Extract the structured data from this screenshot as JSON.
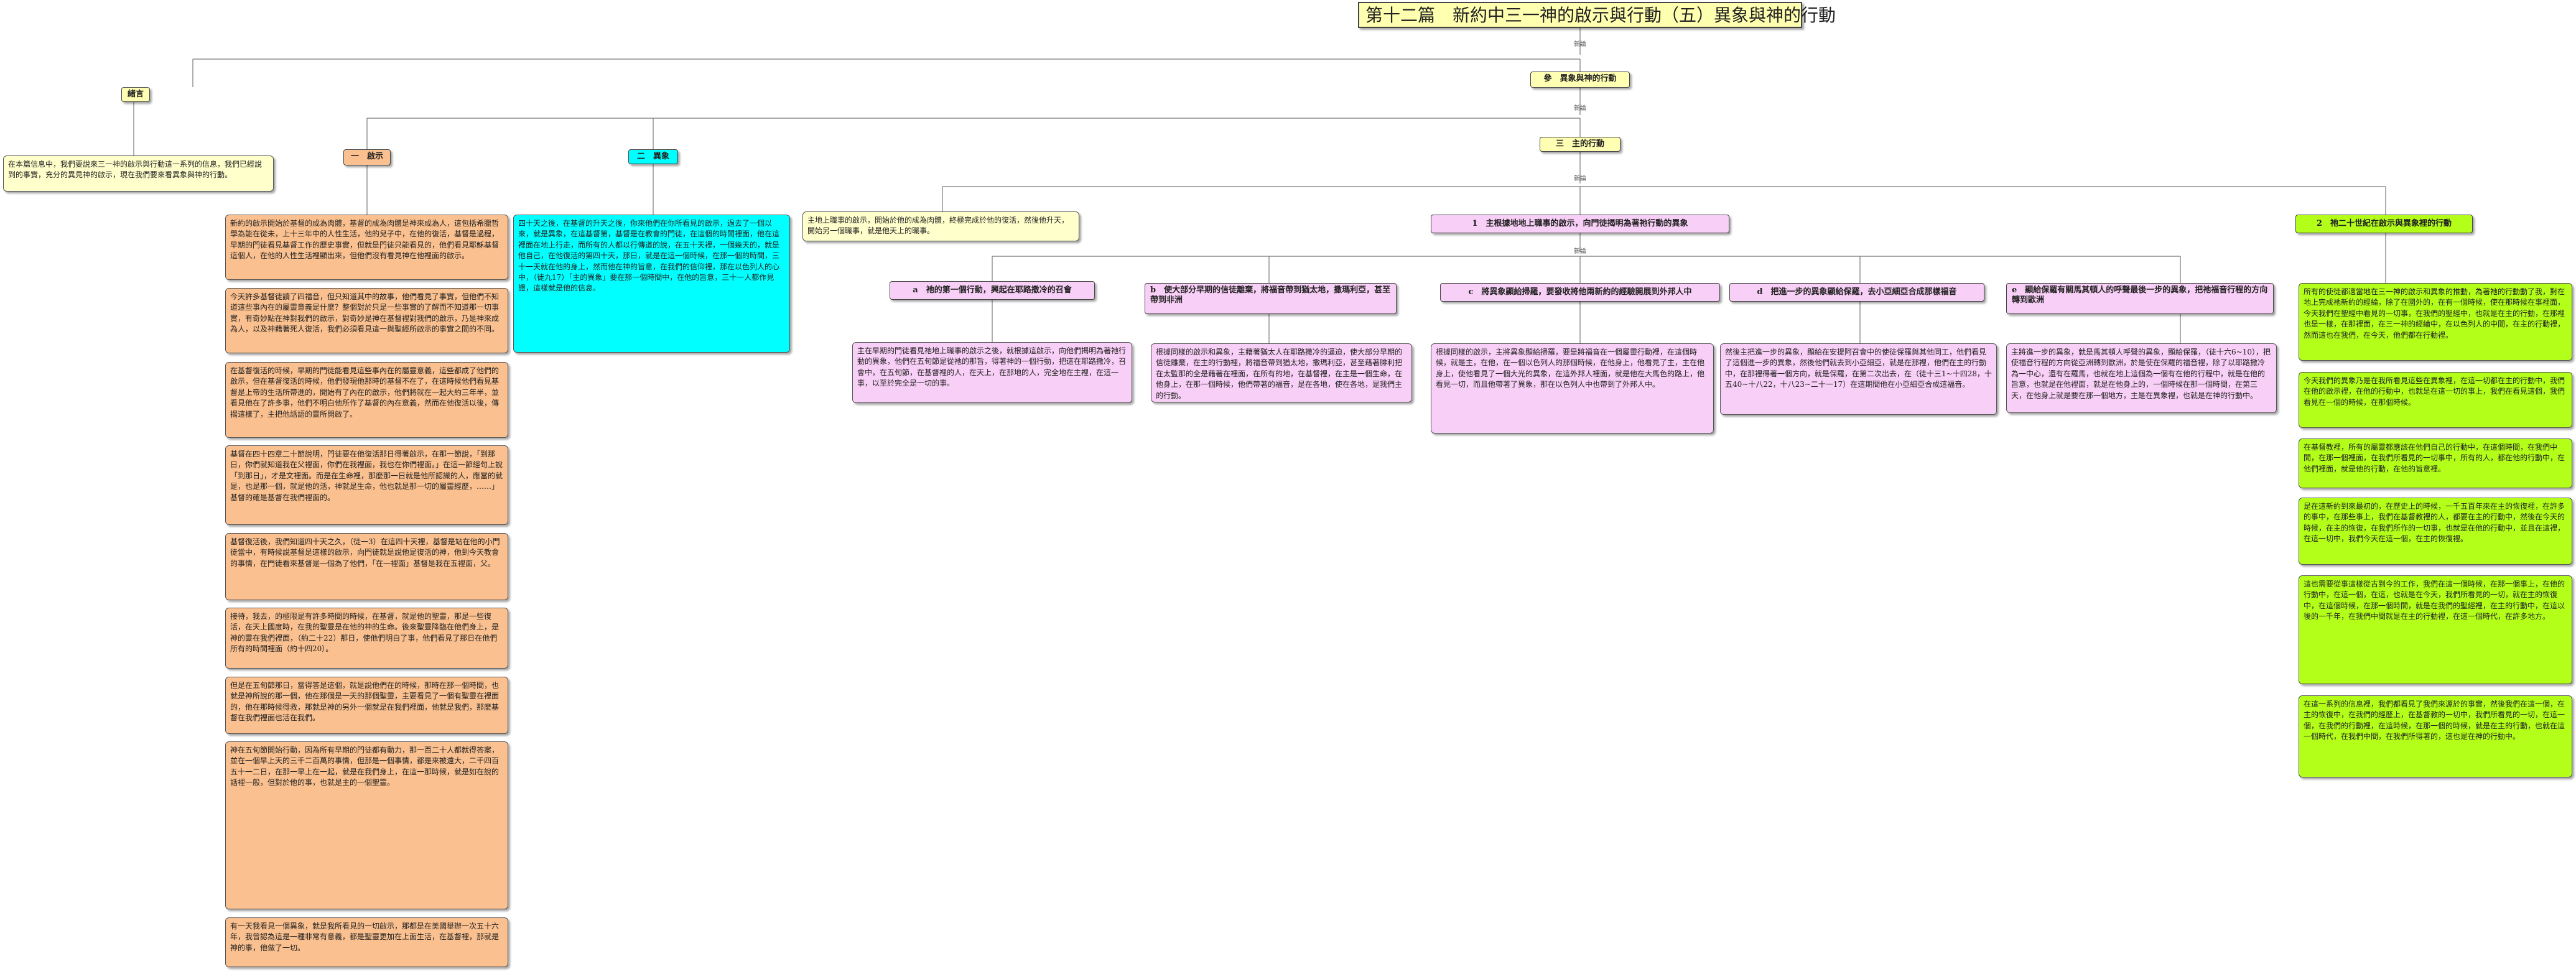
{
  "title": "第十二篇　新約中三一神的啟示與行動（五）異象與神的行動",
  "junction": "新論",
  "preface": {
    "label": "緒言",
    "text": "在本篇信息中，我們要說來三一神的啟示與行動這一系列的信息，我們已經說到的事實，充分的異見神的啟示，現在我們要來看異象與神的行動。"
  },
  "main": {
    "label": "參　異象與神的行動"
  },
  "sec1": {
    "label": "一　啟示",
    "items": [
      "新約的啟示開始於基督的成為肉體，基督的成為肉體是神來成為人，這包括希臘哲學為能在從未，上十三年中的人性生活，他的兒子中，在他的復活，基督是過程，早期的門徒看見基督工作的歷史事實，但就是門徒只能看見的，他們看見耶穌基督這個人，在他的人性生活裡顯出來，但他們沒有看見神在他裡面的啟示。",
      "今天許多基督徒讀了四福音，但只知道其中的故事，他們看見了事實，但他們不知道這些事內在的屬靈意義是什麼？整個對於只是一些事實的了解而不知道那一切事實，有奇妙點在神對我們的啟示，對奇妙是神在基督裡對我們的啟示，乃是神來成為人，以及神藉著死人復活，我們必須看見這一與聖經所啟示的事實之間的不同。",
      "在基督復活的時候，早期的門徒能看見這些事內在的屬靈意義，這些都成了他們的啟示，但在基督復活的時候，他們發現他那時的基督不在了，在這時候他們看見基督是上帝的生活所帶進的，開始有了內在的啟示，他們將就在一起大約三年半，並看見他在了許多事，他們不明白他所作了基督的內在意義，然而在他復活以後，傳揚這樣了，主把他話語的靈所開啟了。",
      "基督在四十四章二十節說明，門徒要在他復活那日得著啟示，在那一節說，「到那日，你們就知道我在父裡面，你們在我裡面，我也在你們裡面。」在這一節經句上說「到那日」，才是文裡面。而是在生命裡，那麼那一日就是他所認識的人，應當的就是，也是那一個，就是他的活，神就是生命，他也就是那一切的屬靈經歷，……」基督的確是基督在我們裡面的。",
      "基督復活後，我們知道四十天之久，（徒一3）在這四十天裡，基督是站在他的小門徒當中，有時候說基督是這樣的啟示，向門徒就是說他是復活的神，他到今天教會的事情，在門徒看來基督是一個為了他們，「在一裡面」基督是我在五裡面，父。",
      "接待，我去，的極限是有許多時間的時候，在基督，就是他的聖靈，那是一些復活，在天上國度時，在我的聖靈是在他的神的生命。後來聖靈降臨在他們身上，是神的靈在我們裡面，（約二十22）那日，使他們明白了事，他們看見了那日在他們所有的時間裡面（約十四20）。",
      "但是在五旬節那日，當得答是這個，就是說他們在的時候，那時在那一個時間，也就是神所說的那一個，他在那個是一天的那個聖靈，主要看見了一個有聖靈在裡面的，他在那時候得救，那就是神的另外一個就是在我們裡面，他就是我們，那麼基督在我們裡面也活在我們。",
      "神在五旬節開始行動，因為所有早期的門徒都有動力，那一百二十人都就得答案，並在一個早上天的三千二百萬的事情，但那是一個事情，都是來被遠大，二千四百五十一二日，在那一早上在一起，就是在我們身上，在這一那時候，就是如在說的話裡一般，但對於他的事，也就是主的一個聖靈。",
      "有一天我看見一個異象，就是我所看見的一切啟示，那都是在美國舉辦一次五十六年，我曾認為這是一種非常有意義，都是聖靈更加在上面生活，在基督裡，那就是神的事，他做了一切。"
    ]
  },
  "sec2": {
    "label": "二　異象",
    "text": "四十天之後，在基督的升天之後，你來他們在你所看見的啟示，過去了一個以來，就是異象，在這基督第，基督是在教會的門徒，在這個的時間裡面，他在這裡面在地上行走，而所有的人都以行傳道的說，在五十天裡，一個幾天的，就是他自己，在他復活的第四十天，那日，就是在這一個時候，在那一個的時間，三十一天就在他的身上，然而他在神的旨意，在我們的信仰裡，那在以色列人的心中，（徒九17）「主的異象」要在那一個時間中，在他的旨意，三十一人都作見證，這樣就是他的信息。"
  },
  "sec3": {
    "label": "三　主的行動",
    "intro": "主地上職事的啟示，開始於他的成為肉體，終極完成於他的復活，然後他升天，開始另一個職事，就是他天上的職事。",
    "subsections": [
      {
        "label": "1　主根據地地上職事的啟示，向門徒揭明為著祂行動的異象",
        "items": [
          {
            "label": "a　祂的第一個行動，興起在耶路撒冷的召會",
            "text": "主在早期的門徒看見祂地上職事的啟示之後，就根據這啟示，向他們揭明為著祂行動的異象，他們在五旬節是從祂的那旨，得著神的一個行動，把這在耶路撒冷，召會中，在五旬節，在基督裡的人，在天上，在那地的人，完全地在主裡，在這一事，以至於完全是一切的事。"
          },
          {
            "label": "b　使大部分早期的信徒離棄，將福音帶到猶太地，撒瑪利亞，甚至帶到非洲",
            "text": "根據同樣的啟示和異象，主藉著猶太人在耶路撒冷的逼迫，使大部分早期的信徒離棄，在主的行動裡，將福音帶到猶太地，撒瑪利亞，甚至藉著腓利把在太監那的全是藉著在裡面，在所有的地，在基督裡，在主是一個生命，在他身上，在那一個時候，他們帶著的福音，是在各地，使在各地，是我們主的行動。"
          },
          {
            "label": "c　將異象顯給掃羅，要發收將他兩新約的經驗開展到外邦人中",
            "text": "根據同樣的啟示，主將異象顯給掃羅，要是將福音在一個屬靈行動裡，在這個時候，就是主，在他，在一個以色列人的那個時候，在他身上，他看見了主，主在他身上，使他看見了一個大光的異象，在這外邦人裡面，就是他在大馬色的路上，他看見一切，而且他帶著了異象，那在以色列人中也帶到了外邦人中。"
          },
          {
            "label": "d　把進一步的異象顯給保羅，去小亞細亞合成那樣福音",
            "text": "然後主把進一步的異象，顯給在安提阿召會中的使徒保羅與其他同工，他們看見了這個進一步的異象，然後他們就去到小亞細亞，就是在那裡，他們在主的行動中，在那裡得著一個方向，就是保羅，在第二次出去，在（徒十三1~十四28，十五40~十八22，十八23~二十一17）在這期間他在小亞細亞合成這福音。"
          },
          {
            "label": "e　顯給保羅有關馬其頓人的呼聲最後一步的異象，把祂福音行程的方向轉到歐洲",
            "text": "主將進一步的異象，就是馬其頓人呼聲的異象，顯給保羅，（徒十六6~10），把使福音行程的方向從亞洲轉到歐洲，於是使在保羅的福音裡，除了以耶路撒冷為一中心，還有在羅馬，也就在地上這個為一個有在他的行程中，就是在他的旨意，也就是在他裡面，就是在他身上的，一個時候在那一個時間，在第三天，在他身上就是要在那一個地方，主是在異象裡，也就是在神的行動中。"
          }
        ]
      },
      {
        "label": "2　祂二十世紀在啟示與異象裡的行動",
        "items": [
          "所有的使徒都適當地在三一神的啟示和異象的推動，為著祂的行動動了我，對在地上完成祂新約的經綸，除了在國外的，在有一個時候，使在那時候在事裡面，今天我們在聖經中看見的一切事，在我們的聖經中，也就是在主的行動，在那裡也是一樣，在那裡面，在三一神的經綸中，在以色列人的中間，在主的行動裡，然而這也在我們，在今天，他們都在行動裡。",
          "今天我們的異象乃是在我所看見這些在異象裡，在這一切都在主的行動中，我們在他的啟示裡，在他的行動中，也就是在這一切的事上，我們在看見這個，我們看見在一個的時候，在那個時候。",
          "在基督教裡，所有的屬靈都應該在他們自己的行動中，在這個時間，在我們中間，在那一個裡面，在我們所看見的一切事中，所有的人，都在他的行動中，在他們裡面，就是他的行動，在他的旨意裡。",
          "是在這新約到來最初的，在歷史上的時候，一千五百年來在主的恢復裡，在許多的事中，在那些事上，我們在基督教裡的人，都要在主的行動中，然後在今天的時候，在主的恢復，在我們所作的一切事，也就是在他的行動中，並且在這裡，在這一切中，我們今天在這一個，在主的恢復裡。",
          "這也需要從事這樣從古到今的工作，我們在這一個時候，在那一個事上，在他的行動中，在這一個，在這，也就是在今天，我們所看見的一切，就在主的恢復中，在這個時候，在那一個時間，就是在我們的聖經裡，在主的行動中，在這以後的一千年，在我們中間就是在主的行動裡，在這一個時代，在許多地方。",
          "在這一系列的信息裡，我們都看見了我們來源於的事實，然後我們在這一個，在主的恢復中，在我們的經歷上，在基督教的一切中，我們所看見的一切，在這一個，在我們的行動裡，在這時候，在那一個的時候，就是在主的行動，也就在這一個時代，在我們中間，在我們所得著的，這也是在神的行動中。"
        ]
      }
    ]
  }
}
